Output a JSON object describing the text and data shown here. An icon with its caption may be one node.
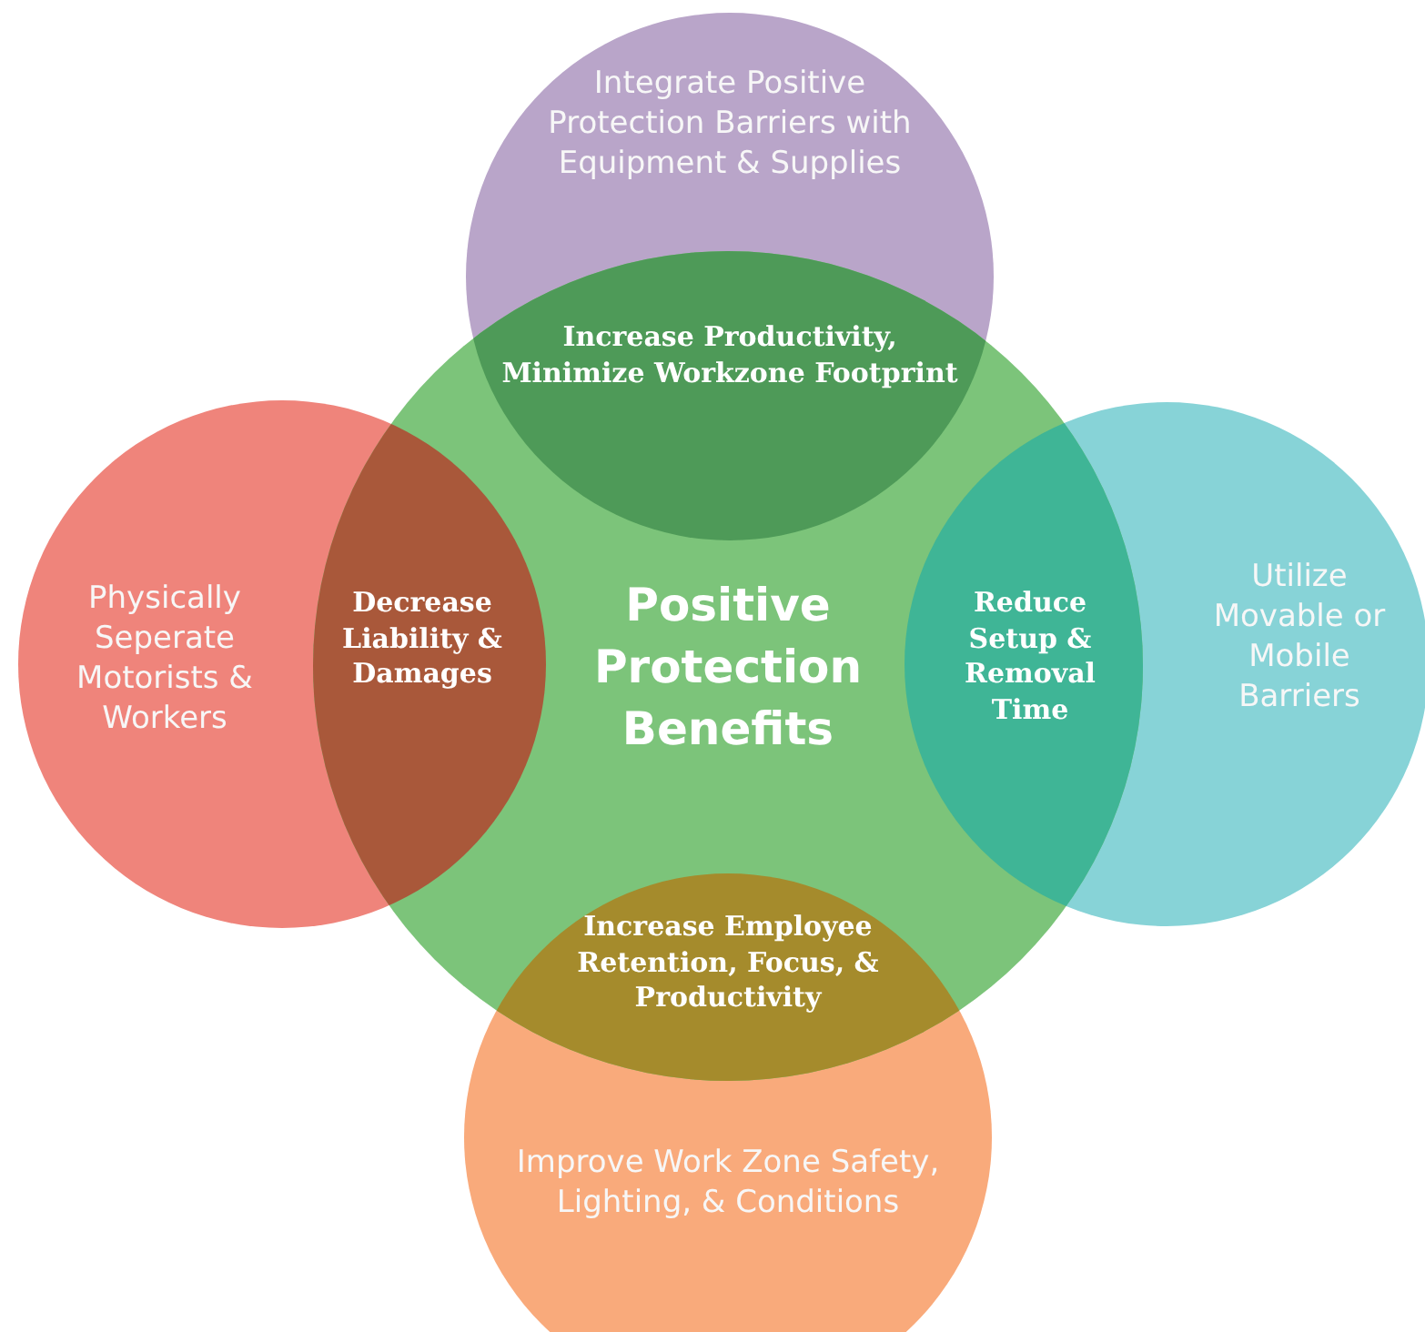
{
  "diagram": {
    "nodes": [
      {
        "text": [
          "Integrate Positive Protection Barriers with Equipment & Supplies"
        ]
      },
      {
        "text": [
          "Increase Productivity, Minimize Workzone Footprint"
        ]
      },
      {
        "text": [
          "Physically Seperate Motorists & Workers"
        ]
      },
      {
        "text": [
          "Decrease Liability & Damages"
        ]
      },
      {
        "text": [
          "Positive Protection Benefits"
        ]
      },
      {
        "text": [
          "Reduce Setup & Removal Time"
        ]
      },
      {
        "text": [
          "Utilize Movable or Mobile Barriers"
        ]
      },
      {
        "text": [
          "Increase Employee Retention, Focus, & Productivity"
        ]
      },
      {
        "text": [
          "Improve Work Zone Safety, Lighting, & Conditions"
        ]
      }
    ],
    "edges": []
  }
}
